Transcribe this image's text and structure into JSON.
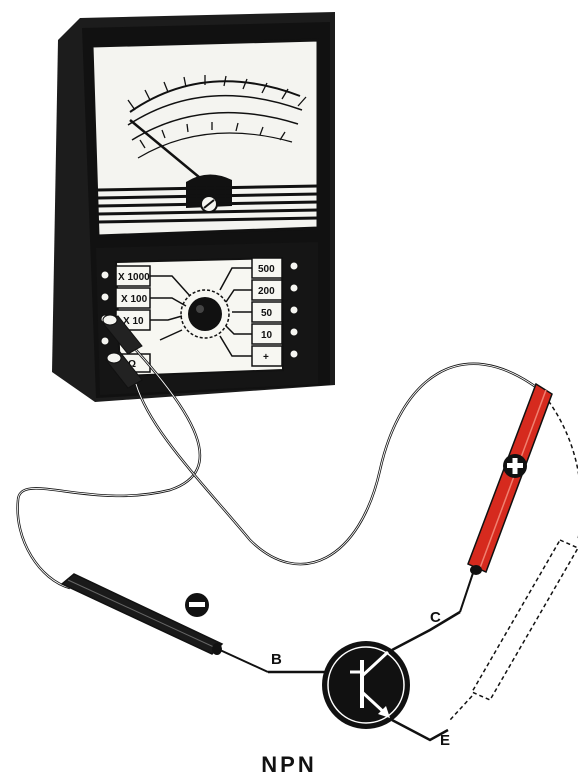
{
  "meter": {
    "left_ranges": [
      "X 1000",
      "X 100",
      "X 10",
      "",
      "Ω"
    ],
    "right_ranges": [
      "500",
      "200",
      "50",
      "10",
      "+"
    ]
  },
  "probes": {
    "negative_sign": "−",
    "positive_sign": "+"
  },
  "transistor": {
    "base_label": "B",
    "collector_label": "C",
    "emitter_label": "E",
    "type_label": "NPN"
  },
  "colors": {
    "positive_probe": "#d62a1e",
    "negative_probe": "#1a1a1a",
    "ink": "#111111"
  }
}
